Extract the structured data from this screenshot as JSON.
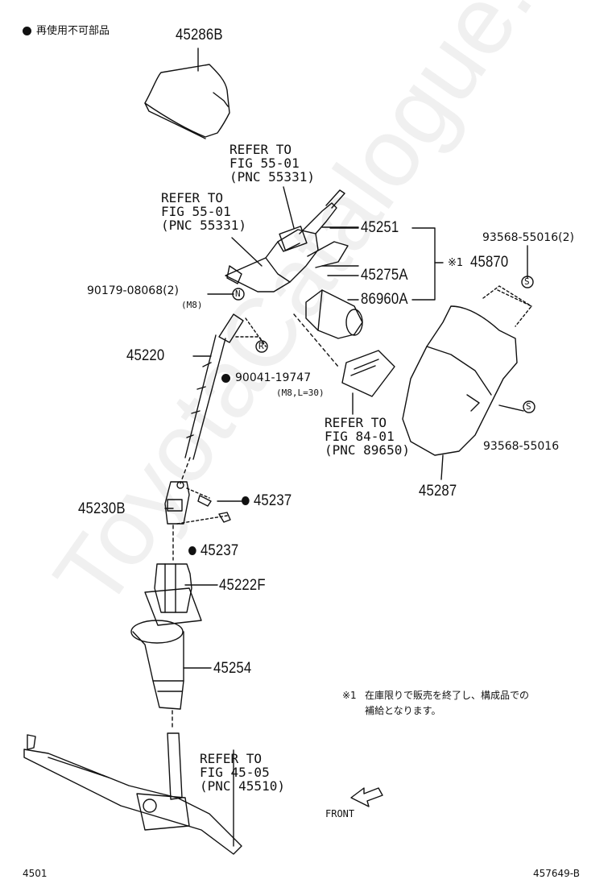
{
  "legend": {
    "text": "再使用不可部品"
  },
  "note": {
    "mark": "※1",
    "line1": "在庫限りで販売を終了し、構成品での",
    "line2": "補給となります。"
  },
  "front_label": "FRONT",
  "footer": {
    "left": "4501",
    "right": "457649-B"
  },
  "watermark": "ToyotaCatalogue.ru",
  "callouts": {
    "p45286B": "45286B",
    "p45251": "45251",
    "p45275A": "45275A",
    "p86960A": "86960A",
    "p45870": "45870",
    "p45870_mark": "※1",
    "p93568_55016_2": "93568-55016(2)",
    "p93568_55016": "93568-55016",
    "p90179": "90179-08068(2)",
    "p90179_spec": "(M8)",
    "p45220": "45220",
    "p90041": "90041-19747",
    "p90041_spec": "(M8,L=30)",
    "p45287": "45287",
    "p45230B": "45230B",
    "p45237_a": "45237",
    "p45237_b": "45237",
    "p45222F": "45222F",
    "p45254": "45254"
  },
  "refs": {
    "ref1": "REFER TO\nFIG 55-01\n(PNC 55331)",
    "ref2": "REFER TO\nFIG 55-01\n(PNC 55331)",
    "ref3": "REFER TO\nFIG 84-01\n(PNC 89650)",
    "ref4": "REFER TO\nFIG 45-05\n(PNC 45510)"
  },
  "symbols": {
    "n": "N",
    "r": "R",
    "s": "S"
  }
}
